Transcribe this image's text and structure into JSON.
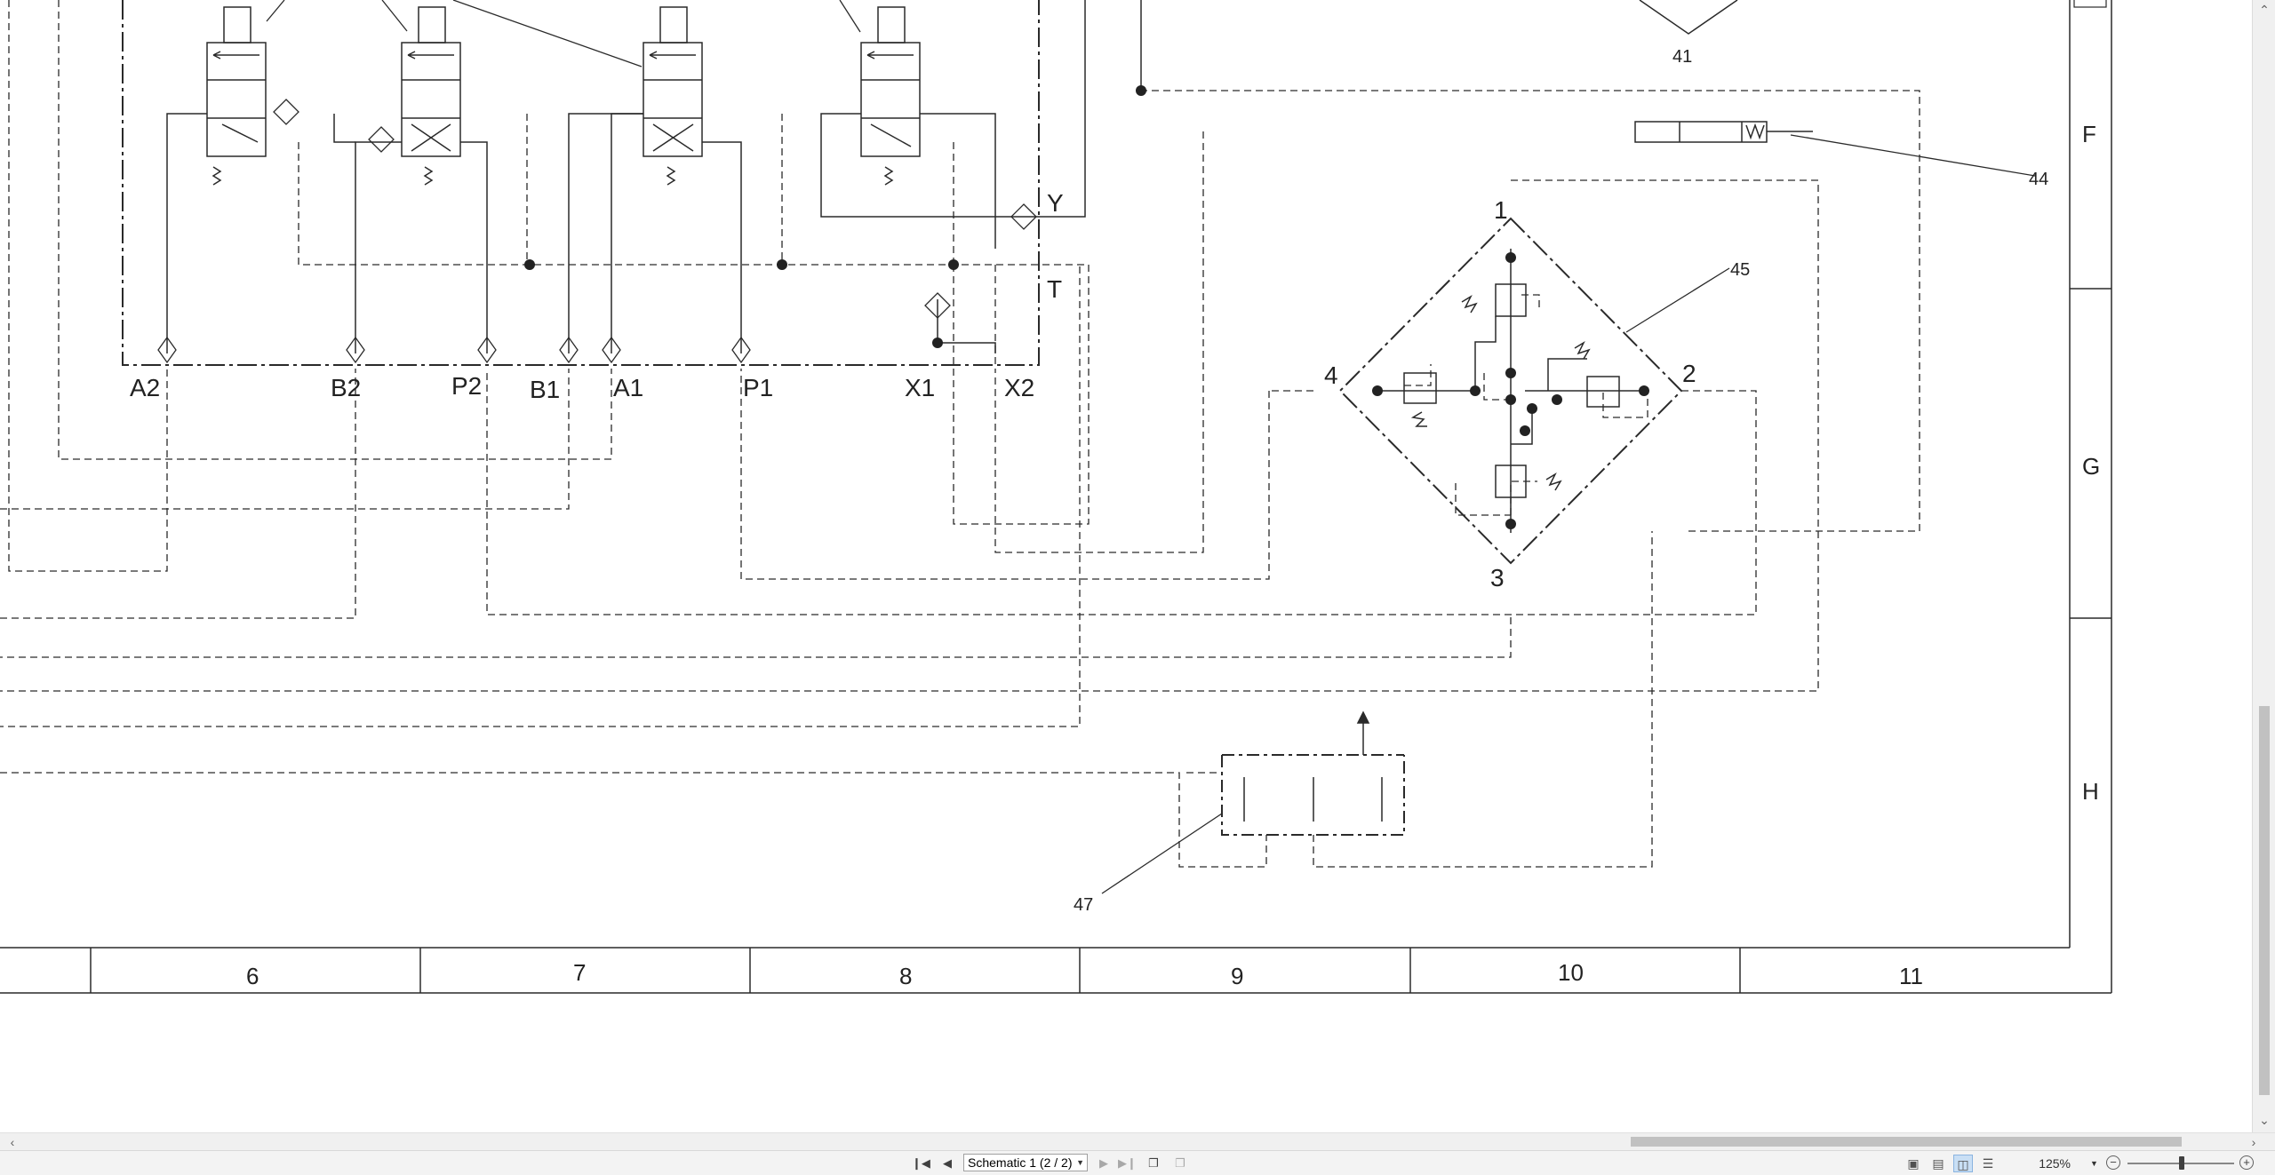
{
  "app": {
    "title": "Schematic viewer"
  },
  "schematic": {
    "row_labels": [
      "F",
      "G",
      "H"
    ],
    "column_labels": [
      "6",
      "7",
      "8",
      "9",
      "10",
      "11"
    ],
    "callouts": [
      "41",
      "44",
      "45",
      "47"
    ],
    "manifold_ports": [
      "A2",
      "B2",
      "P2",
      "B1",
      "A1",
      "P1",
      "X1",
      "X2"
    ],
    "side_ports": [
      "Y",
      "T"
    ],
    "shuttle_ports": [
      "1",
      "2",
      "3",
      "4"
    ]
  },
  "status_bar": {
    "sheet_selector": "Schematic 1 (2 / 2)",
    "zoom": "125%",
    "zoom_level_percent": 125
  },
  "icons": {
    "first": "first-page-icon",
    "prev": "previous-page-icon",
    "next": "next-page-icon",
    "last": "last-page-icon"
  },
  "colors": {
    "line": "#2a2a2a",
    "background": "#ffffff",
    "chrome": "#f3f3f3",
    "active_view": "#c9dff5"
  }
}
